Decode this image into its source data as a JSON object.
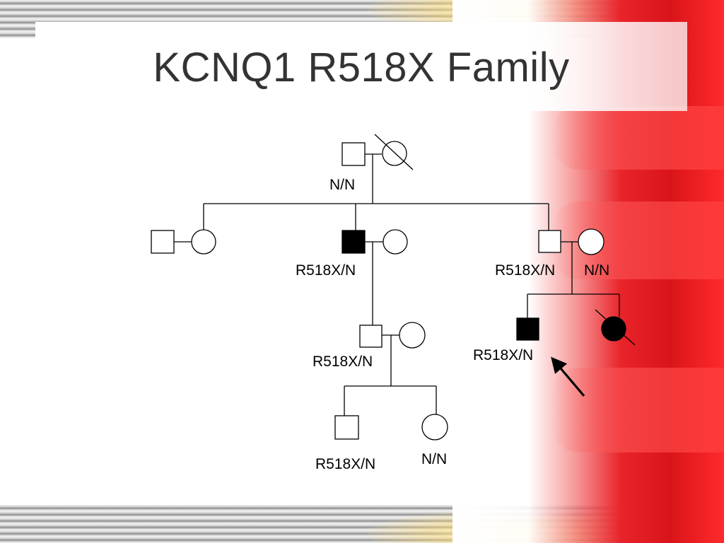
{
  "title": "KCNQ1 R518X Family",
  "colors": {
    "accent": "#e8242a",
    "affected": "#000000",
    "unaffected": "#ffffff"
  },
  "genotypes": {
    "gen1_male": "N/N",
    "gen2_son": "R518X/N",
    "gen2_third_son": "R518X/N",
    "gen2_third_son_spouse": "N/N",
    "gen3_grandson": "R518X/N",
    "gen3_proband": "R518X/N",
    "gen4_boy": "R518X/N",
    "gen4_girl": "N/N"
  }
}
